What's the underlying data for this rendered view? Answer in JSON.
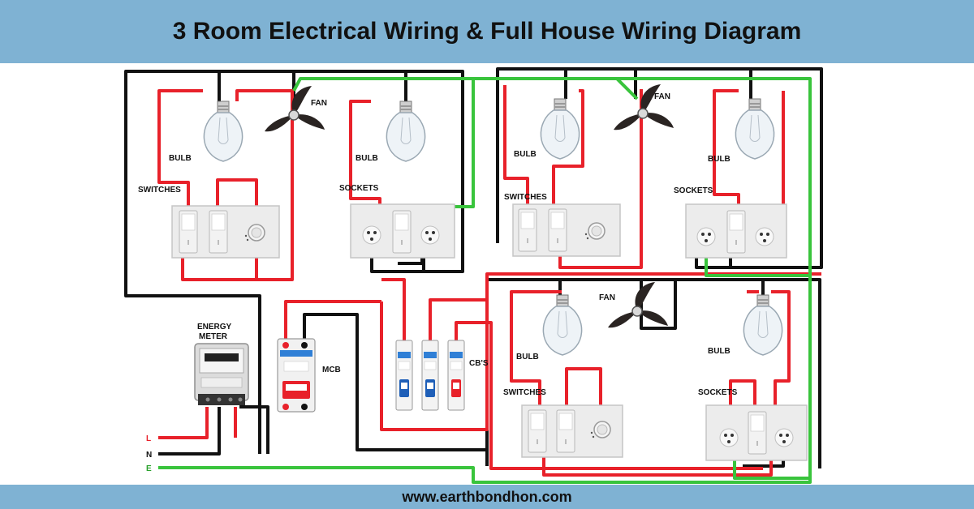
{
  "header": {
    "title": "3 Room Electrical Wiring & Full House Wiring Diagram"
  },
  "footer": {
    "website": "www.earthbondhon.com"
  },
  "labels": {
    "bulb": "BULB",
    "fan": "FAN",
    "switches": "SWITCHES",
    "sockets": "SOCKETS",
    "energy_meter_line1": "ENERGY",
    "energy_meter_line2": "METER",
    "mcb": "MCB",
    "cbs": "CB'S",
    "live": "L",
    "neutral": "N",
    "earth": "E"
  },
  "colors": {
    "banner": "#7fb2d3",
    "live_wire": "#e8212a",
    "neutral_wire": "#111111",
    "earth_wire": "#39c43c",
    "live_label": "#e8212a",
    "earth_label": "#2aa12d"
  }
}
